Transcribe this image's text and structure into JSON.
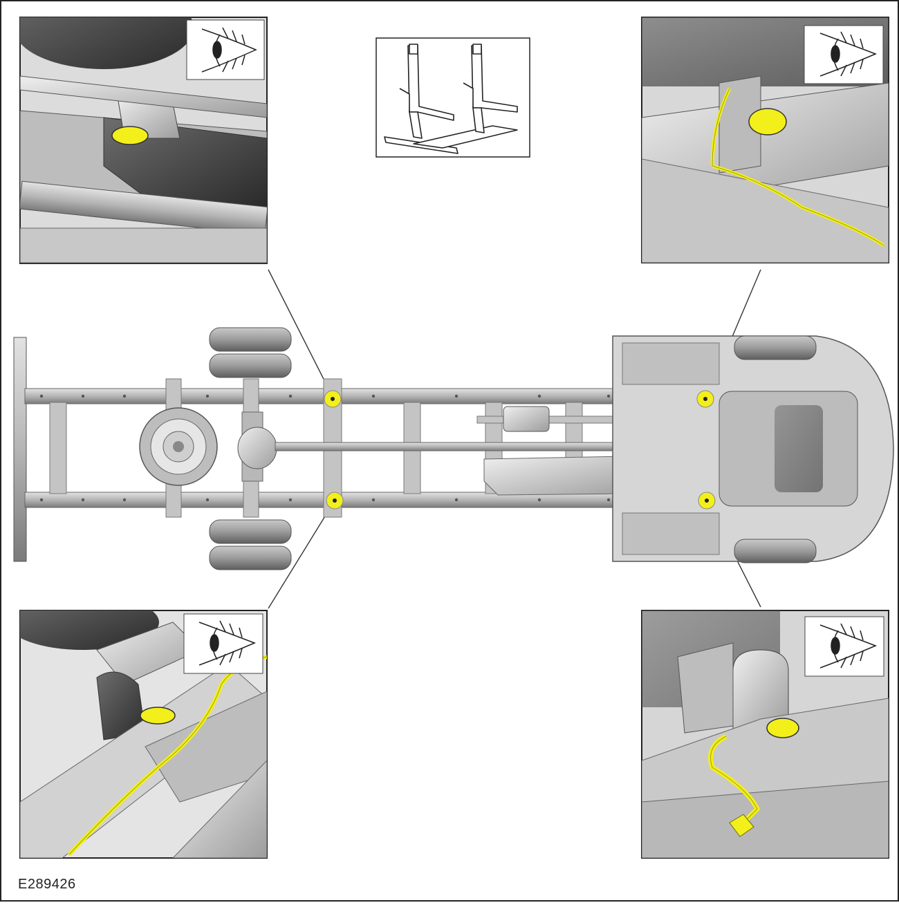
{
  "figure": {
    "id_label": "E289426"
  },
  "colors": {
    "highlight": "#f2ef1b",
    "frame": "#9a9a9a",
    "frame_dark": "#5a5a5a",
    "tire": "#8f8f8f",
    "background": "#ffffff"
  },
  "icons": {
    "view_indicator": "eye-icon",
    "equipment": "jack-stands-icon"
  },
  "callouts": [
    {
      "name": "rear-left-lift-point",
      "side": "left",
      "axle": "rear"
    },
    {
      "name": "rear-right-lift-point",
      "side": "right",
      "axle": "rear"
    },
    {
      "name": "front-left-lift-point",
      "side": "left",
      "axle": "front"
    },
    {
      "name": "front-right-lift-point",
      "side": "right",
      "axle": "front"
    }
  ]
}
